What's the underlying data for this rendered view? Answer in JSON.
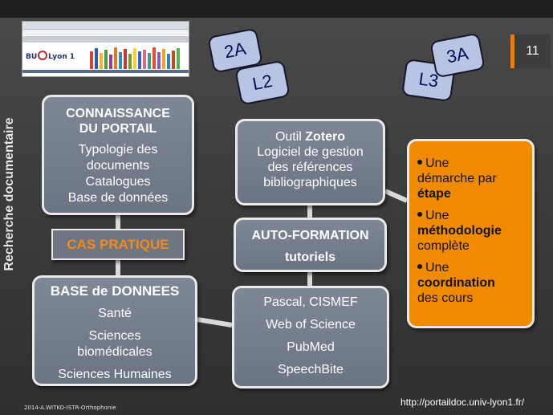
{
  "side_title": "Recherche documentaire",
  "slide_number": "11",
  "thumbnail": {
    "logo_prefix": "BU",
    "logo_suffix": "Lyon 1"
  },
  "tiles": {
    "a2": "2A",
    "l2": "L2",
    "l3": "L3",
    "a3": "3A"
  },
  "connaissance": {
    "title_line1": "CONNAISSANCE",
    "title_line2": "DU PORTAIL",
    "items": [
      "Typologie des",
      "documents",
      "Catalogues",
      "Base de données"
    ]
  },
  "cas_pratique": "CAS PRATIQUE",
  "base": {
    "title": "BASE de DONNEES",
    "items": [
      "Santé",
      "Sciences",
      "biomédicales",
      "Sciences Humaines"
    ]
  },
  "zotero": {
    "line1_prefix": "Outil ",
    "line1_bold": "Zotero",
    "lines": [
      "Logiciel de gestion",
      "des références",
      "bibliographiques"
    ]
  },
  "autoformation": {
    "title": "AUTO-FORMATION",
    "subtitle": "tutoriels"
  },
  "databases": {
    "items": [
      "Pascal, CISMEF",
      "Web of Science",
      "PubMed",
      "SpeechBite"
    ]
  },
  "demarche": {
    "p1_text1": "Une",
    "p1_text2": "démarche par",
    "p1_bold": "étape",
    "p2_text1": "Une",
    "p2_bold": "méthodologie",
    "p2_text2": "complète",
    "p3_text1": "Une",
    "p3_bold": "coordination",
    "p3_text2": "des cours"
  },
  "footer": {
    "credit": "2014-A.WITKO-ISTR-Orthophonie",
    "url": "http://portaildoc.univ-lyon1.fr/"
  },
  "colors": {
    "accent_orange": "#f08a00",
    "box_gray": "#747d8b",
    "tile_blue": "#b8c4e4"
  }
}
